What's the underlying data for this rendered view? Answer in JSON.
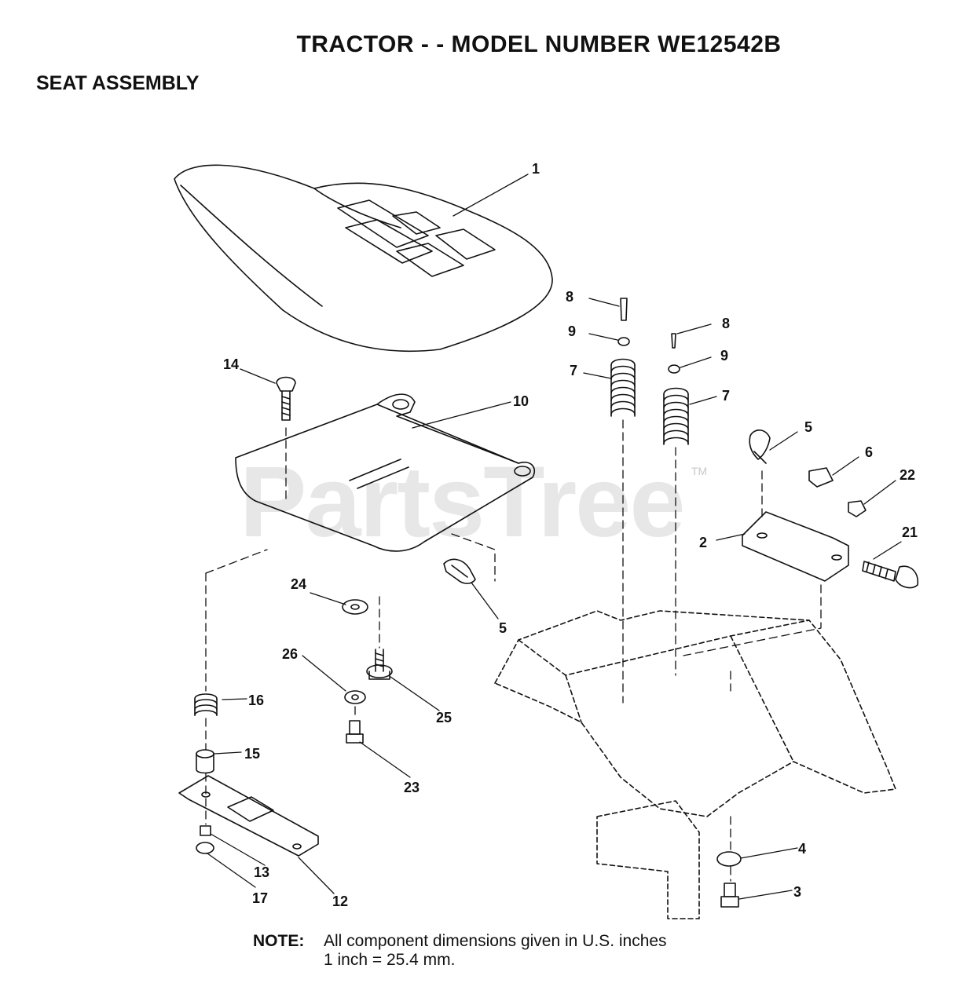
{
  "header": {
    "title": "TRACTOR - - MODEL NUMBER WE12542B",
    "section": "SEAT ASSEMBLY"
  },
  "callouts": {
    "c1": "1",
    "c2": "2",
    "c3": "3",
    "c4": "4",
    "c5a": "5",
    "c5b": "5",
    "c6": "6",
    "c7a": "7",
    "c7b": "7",
    "c8a": "8",
    "c8b": "8",
    "c9a": "9",
    "c9b": "9",
    "c10": "10",
    "c12": "12",
    "c13": "13",
    "c14": "14",
    "c15": "15",
    "c16": "16",
    "c17": "17",
    "c21": "21",
    "c22": "22",
    "c23": "23",
    "c24": "24",
    "c25": "25",
    "c26": "26"
  },
  "note": {
    "label": "NOTE:",
    "line1": "All component dimensions given in U.S. inches",
    "line2": "1 inch = 25.4 mm."
  },
  "watermark": {
    "text": "PartsTree",
    "tm": "TM"
  }
}
